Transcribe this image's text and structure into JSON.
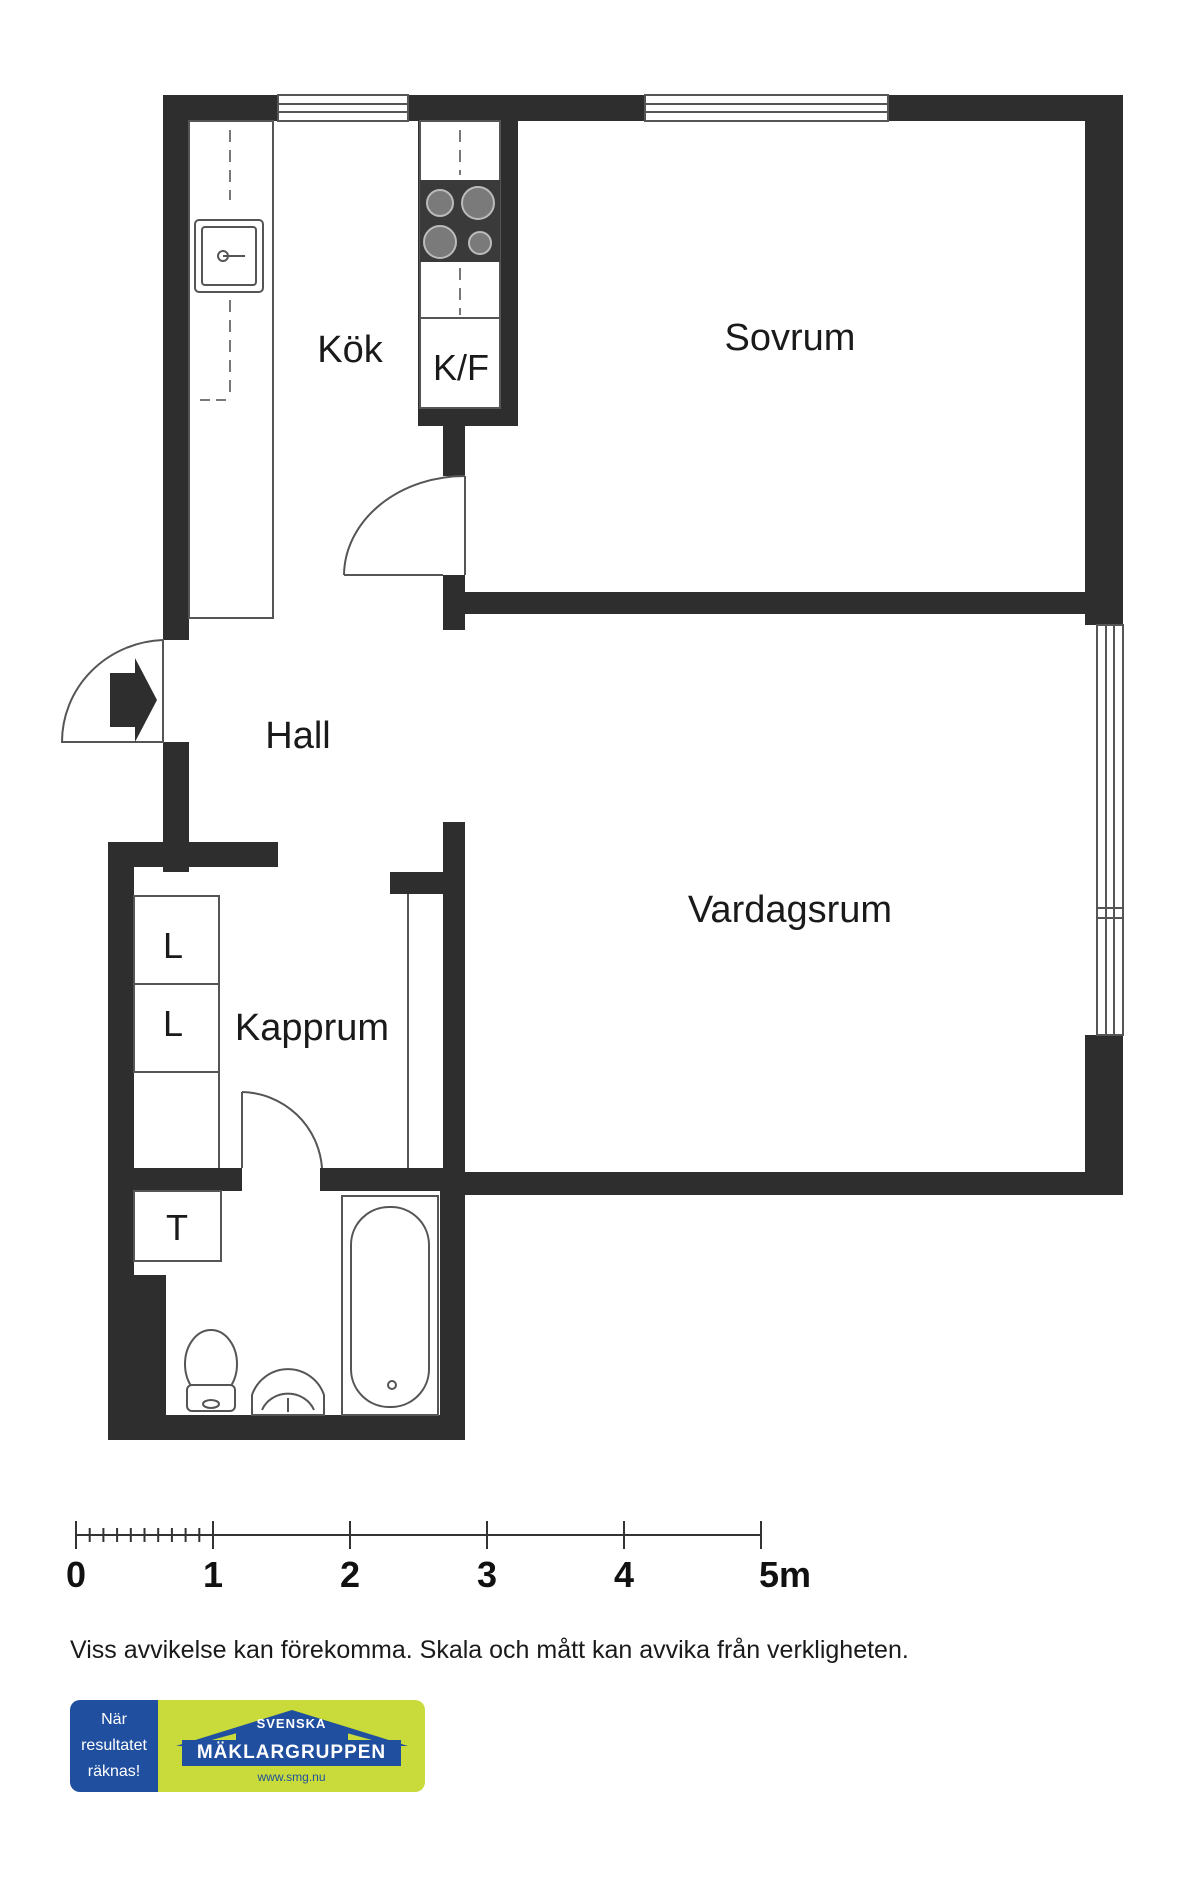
{
  "rooms": {
    "kok": "Kök",
    "sovrum": "Sovrum",
    "hall": "Hall",
    "vardagsrum": "Vardagsrum",
    "kapprum": "Kapprum"
  },
  "fixtures": {
    "fridge_freezer": "K/F",
    "wardrobe_1": "L",
    "wardrobe_2": "L",
    "washer": "T"
  },
  "scale": {
    "labels": [
      "0",
      "1",
      "2",
      "3",
      "4",
      "5m"
    ]
  },
  "disclaimer": "Viss avvikelse kan förekomma. Skala och mått kan avvika från verkligheten.",
  "logo": {
    "tagline_lines": [
      "När",
      "resultatet",
      "räknas!"
    ],
    "brand_top": "SVENSKA",
    "brand_main": "MÄKLARGRUPPEN",
    "website": "www.smg.nu"
  },
  "colors": {
    "wall": "#2e2e2e",
    "logo_blue": "#1f4f9e",
    "logo_green": "#c9db3a"
  }
}
